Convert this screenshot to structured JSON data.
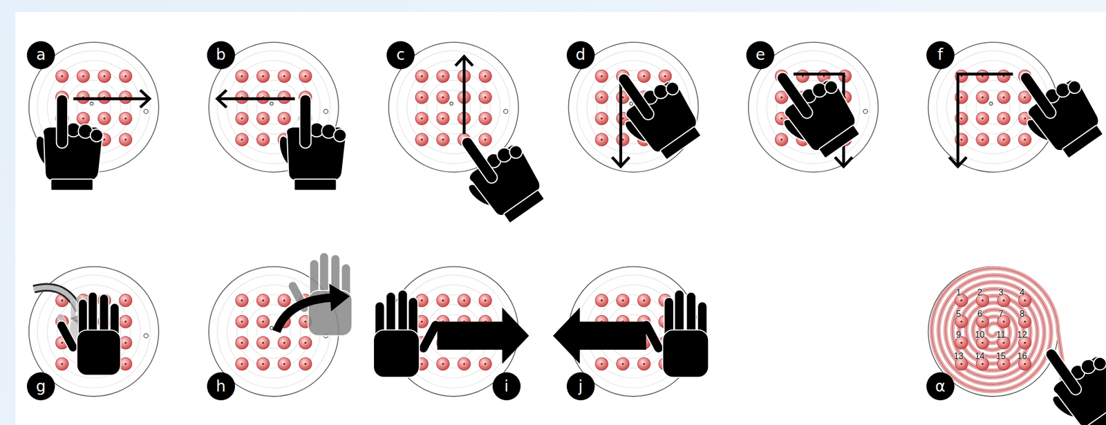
{
  "diagram": {
    "nodes": [
      {
        "text": [
          "a"
        ]
      },
      {
        "text": [
          "b"
        ]
      },
      {
        "text": [
          "c"
        ]
      },
      {
        "text": [
          "d"
        ]
      },
      {
        "text": [
          "e"
        ]
      },
      {
        "text": [
          "f"
        ]
      },
      {
        "text": [
          "g"
        ]
      },
      {
        "text": [
          "h"
        ]
      },
      {
        "text": [
          "i"
        ]
      },
      {
        "text": [
          "j"
        ]
      },
      {
        "text": [
          "α"
        ]
      }
    ],
    "labels": [
      "1",
      "2",
      "3",
      "4",
      "5",
      "6",
      "7",
      "8",
      "9",
      "10",
      "11",
      "12",
      "13",
      "14",
      "15",
      "16"
    ]
  }
}
